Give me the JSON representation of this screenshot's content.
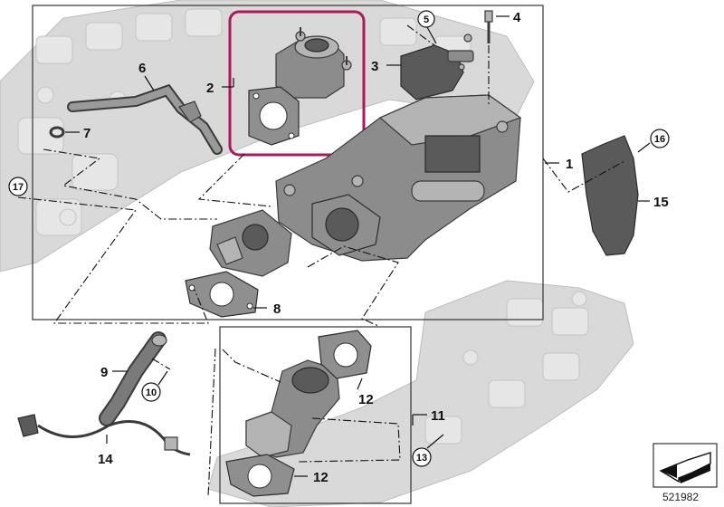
{
  "diagram": {
    "callouts": [
      {
        "id": "1",
        "text": "1",
        "circled": false
      },
      {
        "id": "2",
        "text": "2",
        "circled": false
      },
      {
        "id": "3",
        "text": "3",
        "circled": false
      },
      {
        "id": "4",
        "text": "4",
        "circled": false
      },
      {
        "id": "5",
        "text": "5",
        "circled": true
      },
      {
        "id": "6",
        "text": "6",
        "circled": false
      },
      {
        "id": "7",
        "text": "7",
        "circled": false
      },
      {
        "id": "8",
        "text": "8",
        "circled": false
      },
      {
        "id": "9",
        "text": "9",
        "circled": false
      },
      {
        "id": "10",
        "text": "10",
        "circled": true
      },
      {
        "id": "11",
        "text": "11",
        "circled": false
      },
      {
        "id": "12a",
        "text": "12",
        "circled": false
      },
      {
        "id": "12b",
        "text": "12",
        "circled": false
      },
      {
        "id": "13",
        "text": "13",
        "circled": true
      },
      {
        "id": "14",
        "text": "14",
        "circled": false
      },
      {
        "id": "15",
        "text": "15",
        "circled": false
      },
      {
        "id": "16",
        "text": "16",
        "circled": true
      },
      {
        "id": "17",
        "text": "17",
        "circled": true
      }
    ],
    "highlight_color": "#b0175b",
    "reference_number": "521982"
  }
}
